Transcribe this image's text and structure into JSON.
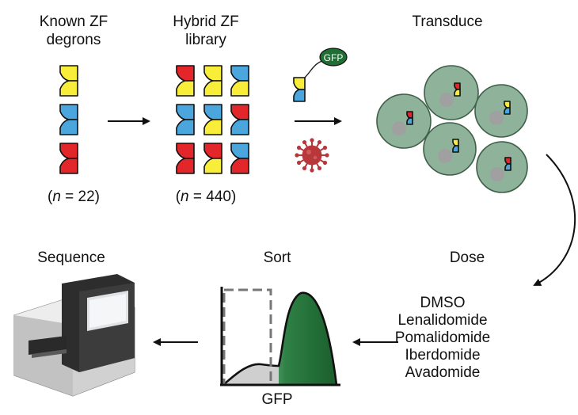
{
  "steps": {
    "known": {
      "title_line1": "Known ZF",
      "title_line2": "degrons",
      "count_pre": "(",
      "count_var": "n",
      "count_post": " = 22)"
    },
    "hybrid": {
      "title_line1": "Hybrid ZF",
      "title_line2": "library",
      "count_pre": "(",
      "count_var": "n",
      "count_post": " = 440)"
    },
    "transduce": {
      "title": "Transduce",
      "gfp_tag": "GFP"
    },
    "dose": {
      "title": "Dose",
      "compounds": [
        "DMSO",
        "Lenalidomide",
        "Pomalidomide",
        "Iberdomide",
        "Avadomide"
      ]
    },
    "sort": {
      "title": "Sort",
      "xlabel": "GFP"
    },
    "sequence": {
      "title": "Sequence"
    }
  },
  "colors": {
    "yellow": "#f8ee3a",
    "blue": "#4aa6dc",
    "red": "#e2262a",
    "cell": "#8fb29a",
    "nucleus": "#a0a0a0",
    "gfp_green": "#1f6e34",
    "virus": "#b8373a"
  },
  "icons": [
    "zf-degron-icon",
    "gfp-construct-icon",
    "virus-icon",
    "cell-icon",
    "sequencer-icon",
    "histogram-icon"
  ]
}
